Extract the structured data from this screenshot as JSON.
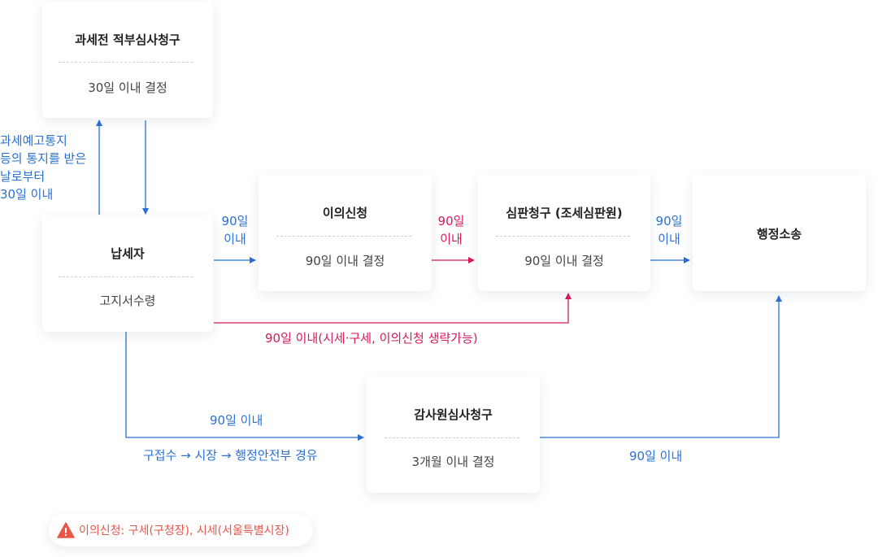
{
  "nodes": {
    "pre_review": {
      "title": "과세전 적부심사청구",
      "sub": "30일 이내 결정"
    },
    "taxpayer": {
      "title": "납세자",
      "sub": "고지서수령"
    },
    "objection": {
      "title": "이의신청",
      "sub": "90일 이내 결정"
    },
    "trial": {
      "title": "심판청구 (조세심판원)",
      "sub": "90일 이내 결정"
    },
    "lawsuit": {
      "title": "행정소송"
    },
    "audit": {
      "title": "감사원심사청구",
      "sub": "3개월 이내 결정"
    }
  },
  "labels": {
    "pre_notice": [
      "과세예고통지",
      "등의 통지를 받은",
      "날로부터",
      "30일 이내"
    ],
    "to_objection": [
      "90일",
      "이내"
    ],
    "to_trial": [
      "90일",
      "이내"
    ],
    "to_lawsuit": [
      "90일",
      "이내"
    ],
    "direct_trial": "90일 이내(시세·구세, 이의신청 생략가능)",
    "to_audit": "90일 이내",
    "audit_route": "구접수 → 시장 → 행정안전부 경유",
    "audit_to_lawsuit": "90일 이내"
  },
  "note": {
    "icon": "warning-icon",
    "text": "이의신청: 구세(구청장), 시세(서울특별시장)"
  },
  "colors": {
    "blue": "#2a70d6",
    "pink": "#d8195a",
    "warn": "#e8564a"
  }
}
